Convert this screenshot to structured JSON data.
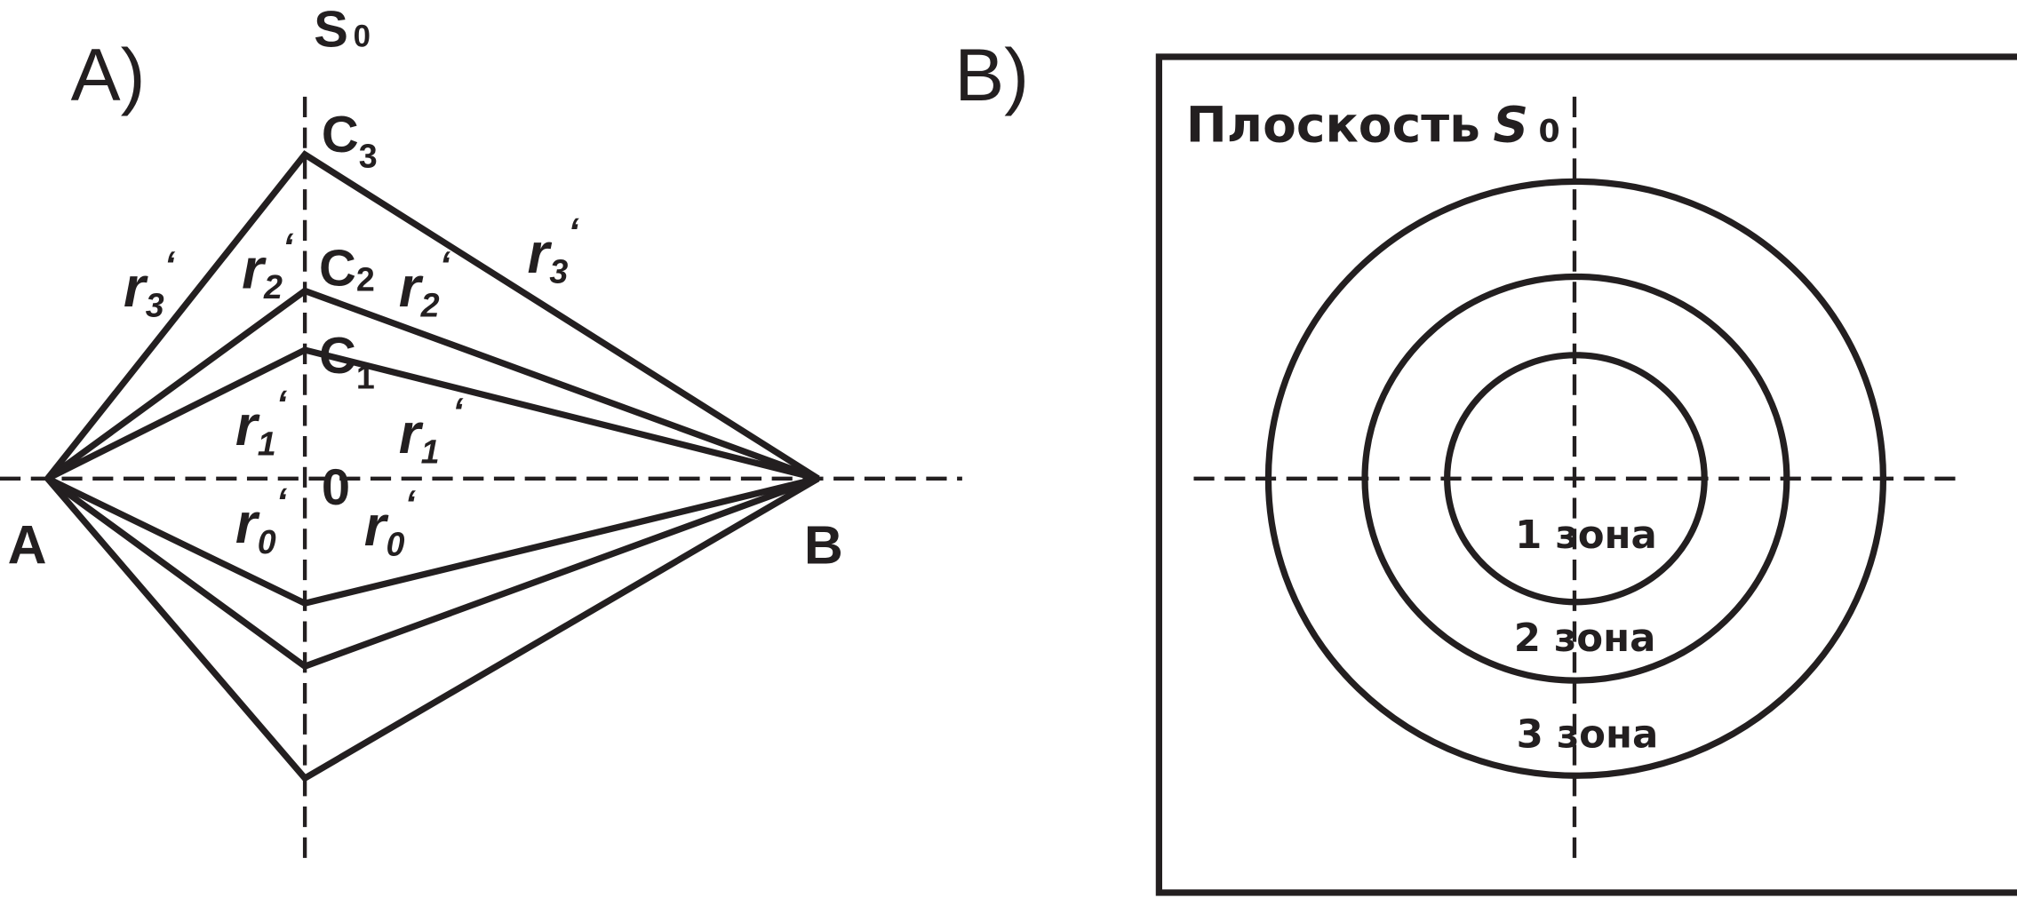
{
  "panel_a": {
    "label": "A)",
    "plane_label": "S",
    "plane_sub": "0",
    "point_a": "A",
    "point_b": "B",
    "origin": "0",
    "c3": {
      "main": "C",
      "sub": "3"
    },
    "c2": {
      "main": "C",
      "sub": "2"
    },
    "c1": {
      "main": "C",
      "sub": "1"
    },
    "r3_left": {
      "main": "r",
      "sub": "3",
      "prime": "‘"
    },
    "r3_right": {
      "main": "r",
      "sub": "3",
      "prime": "‘"
    },
    "r2_left": {
      "main": "r",
      "sub": "2",
      "prime": "‘"
    },
    "r2_right": {
      "main": "r",
      "sub": "2",
      "prime": "‘"
    },
    "r1_left": {
      "main": "r",
      "sub": "1",
      "prime": "‘"
    },
    "r1_right": {
      "main": "r",
      "sub": "1",
      "prime": "‘"
    },
    "r0_left": {
      "main": "r",
      "sub": "0",
      "prime": "‘"
    },
    "r0_right": {
      "main": "r",
      "sub": "0",
      "prime": "‘"
    }
  },
  "panel_b": {
    "label": "B)",
    "title": "Плоскость",
    "title_symbol": "S",
    "title_sub": "0",
    "zones": [
      "1 зона",
      "2 зона",
      "3 зона"
    ]
  }
}
